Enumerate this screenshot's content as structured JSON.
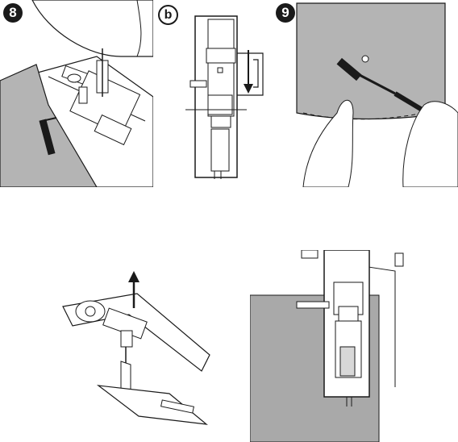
{
  "steps": {
    "step8": "8",
    "sub_b": "b",
    "step9": "9"
  },
  "colors": {
    "fabric_gray": "#b4b4b4",
    "panel_gray": "#a9a9a9",
    "line": "#1a1a1a",
    "white": "#ffffff"
  },
  "icons": {
    "lift_arrow": "arrow-up-icon",
    "down_arrow": "arrow-down-icon"
  }
}
